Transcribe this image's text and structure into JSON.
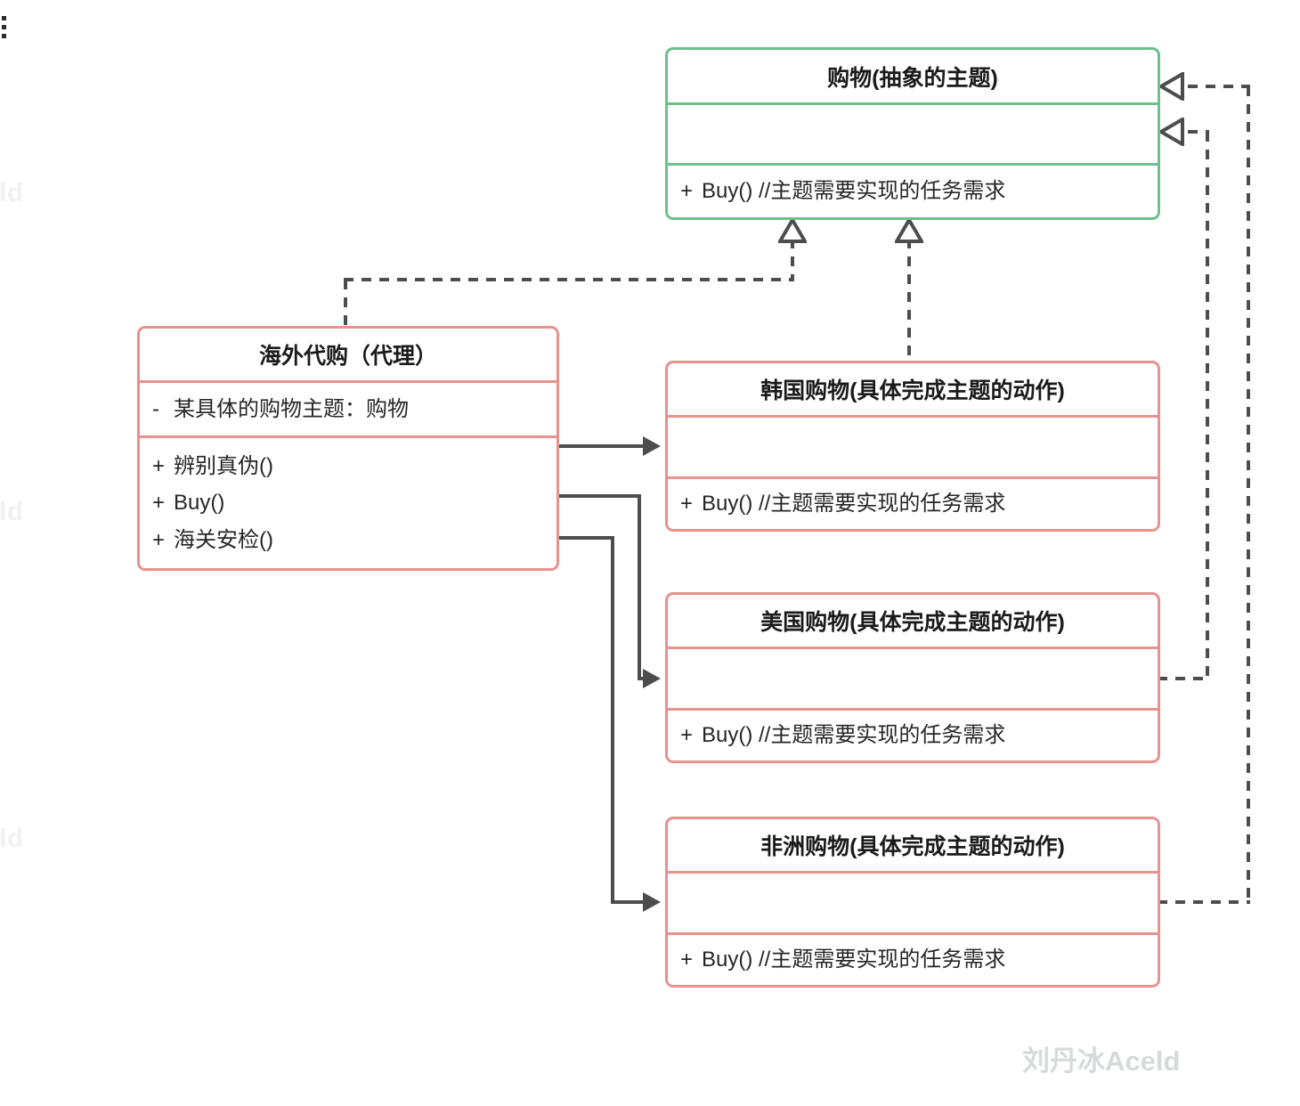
{
  "diagram": {
    "type": "uml-class-diagram",
    "title_marker": "vertical-ellipsis",
    "watermark_main": "刘丹冰Aceld",
    "watermark_edge": "eld",
    "colors": {
      "abstract_subject_border": "#6cc08b",
      "concrete_border": "#e8918f",
      "connector": "#4d4d4d",
      "text": "#262626",
      "watermark_main": "#d7dadd",
      "watermark_edge": "#f1f1f1"
    },
    "classes": [
      {
        "id": "subject",
        "name": "购物(抽象的主题)",
        "stereotype": "abstract",
        "attributes": [],
        "methods": [
          {
            "visibility": "+",
            "text": "Buy()  //主题需要实现的任务需求"
          }
        ]
      },
      {
        "id": "proxy",
        "name": "海外代购（代理）",
        "stereotype": "proxy",
        "attributes": [
          {
            "visibility": "-",
            "text": "某具体的购物主题：购物"
          }
        ],
        "methods": [
          {
            "visibility": "+",
            "text": "辨别真伪()"
          },
          {
            "visibility": "+",
            "text": "Buy()"
          },
          {
            "visibility": "+",
            "text": "海关安检()"
          }
        ]
      },
      {
        "id": "korea",
        "name": "韩国购物(具体完成主题的动作)",
        "stereotype": "concrete",
        "attributes": [],
        "methods": [
          {
            "visibility": "+",
            "text": "Buy()  //主题需要实现的任务需求"
          }
        ]
      },
      {
        "id": "usa",
        "name": "美国购物(具体完成主题的动作)",
        "stereotype": "concrete",
        "attributes": [],
        "methods": [
          {
            "visibility": "+",
            "text": "Buy()  //主题需要实现的任务需求"
          }
        ]
      },
      {
        "id": "africa",
        "name": "非洲购物(具体完成主题的动作)",
        "stereotype": "concrete",
        "attributes": [],
        "methods": [
          {
            "visibility": "+",
            "text": "Buy()  //主题需要实现的任务需求"
          }
        ]
      }
    ],
    "relations": [
      {
        "from": "proxy",
        "to": "subject",
        "kind": "realization",
        "style": "dashed-hollow-triangle"
      },
      {
        "from": "korea",
        "to": "subject",
        "kind": "realization",
        "style": "dashed-hollow-triangle"
      },
      {
        "from": "usa",
        "to": "subject",
        "kind": "realization",
        "style": "dashed-hollow-triangle"
      },
      {
        "from": "africa",
        "to": "subject",
        "kind": "realization",
        "style": "dashed-hollow-triangle"
      },
      {
        "from": "proxy",
        "to": "korea",
        "kind": "association",
        "style": "solid-filled-arrow"
      },
      {
        "from": "proxy",
        "to": "usa",
        "kind": "association",
        "style": "solid-filled-arrow"
      },
      {
        "from": "proxy",
        "to": "africa",
        "kind": "association",
        "style": "solid-filled-arrow"
      }
    ]
  }
}
